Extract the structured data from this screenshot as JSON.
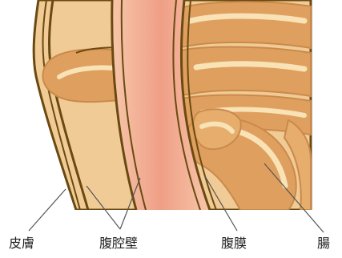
{
  "labels": {
    "skin": "皮膚",
    "abdominal_wall": "腹腔壁",
    "peritoneum": "腹膜",
    "intestine": "腸"
  },
  "colors": {
    "skin_fill": "#f1cb95",
    "outline": "#6b4a12",
    "wall_fill": "#f2b39f",
    "intestine_fill": "#dfa05f",
    "intestine_highlight": "#f8e2b6",
    "leader_line": "#555555"
  }
}
